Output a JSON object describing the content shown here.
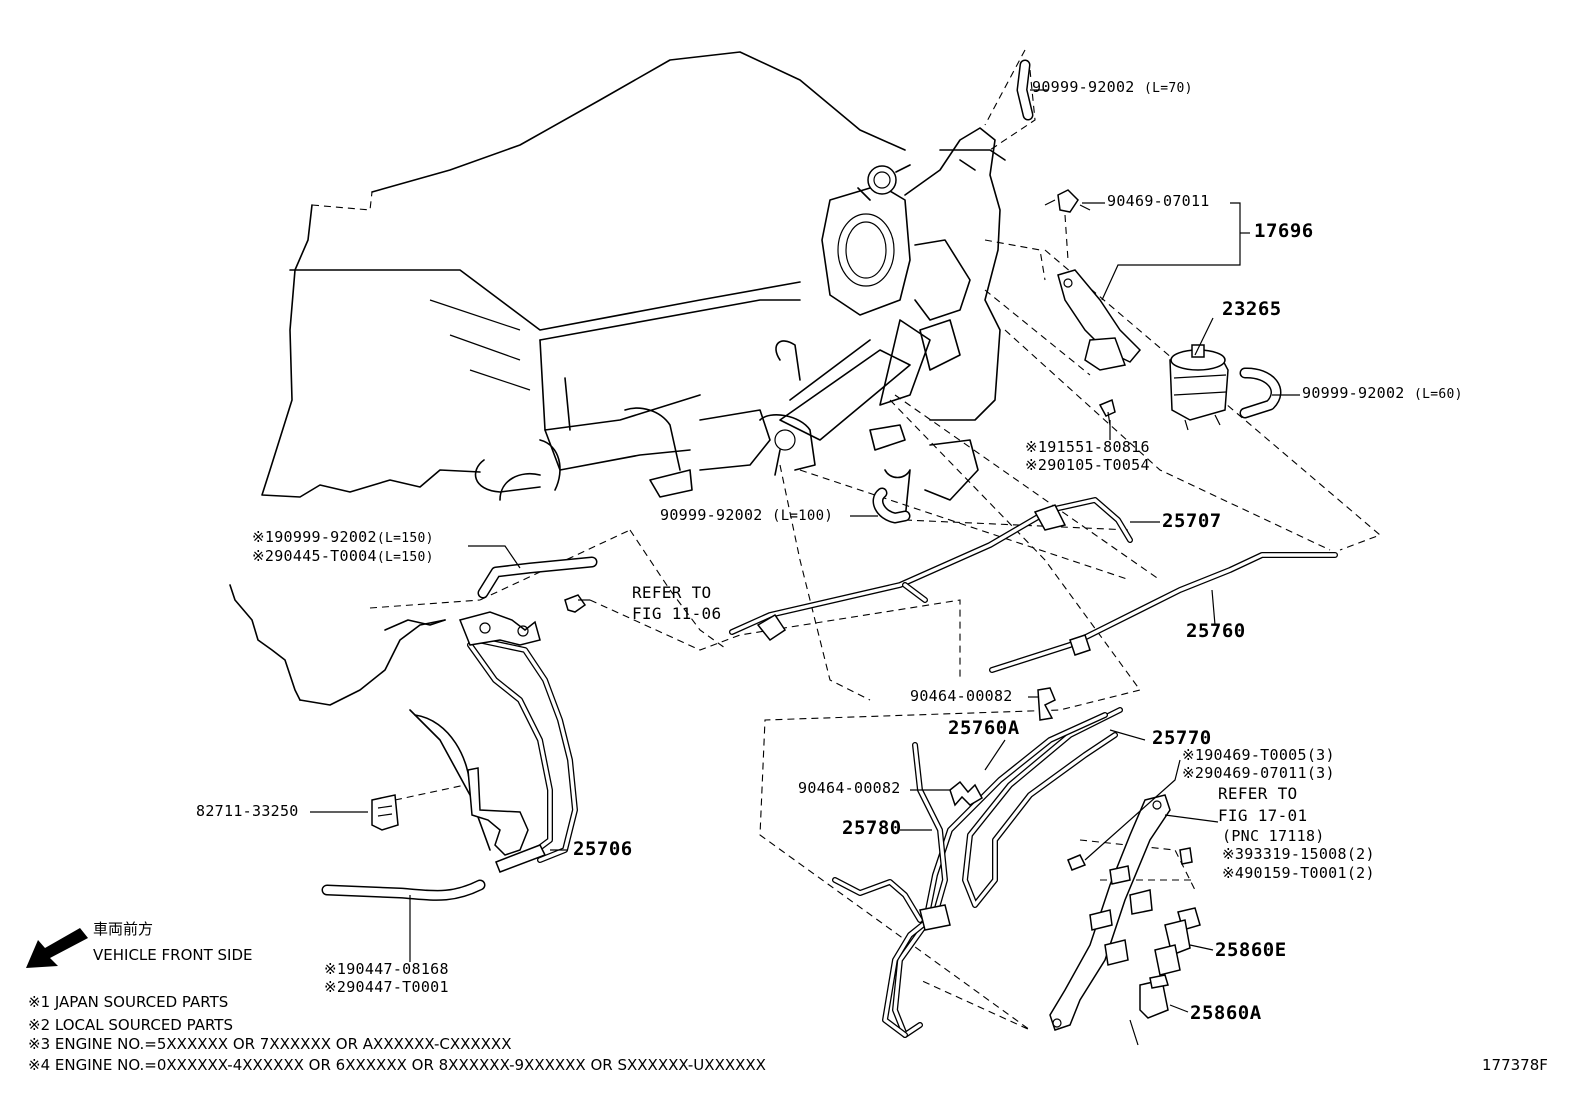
{
  "labels": {
    "hose_l70": "90999-92002",
    "hose_l70_len": "(L=70)",
    "clamp_07011": "90469-07011",
    "vsv_assy": "17696",
    "vsv": "23265",
    "hose_l60": "90999-92002",
    "hose_l60_len": "(L=60)",
    "bolt_1": "※191551-80816",
    "bolt_2": "※290105-T0054",
    "hose_l100": "90999-92002",
    "hose_l100_len": "(L=100)",
    "pipe_25707": "25707",
    "hose_l150_1": "※190999-92002",
    "hose_l150_1_len": "(L=150)",
    "hose_l150_2": "※290445-T0004",
    "hose_l150_2_len": "(L=150)",
    "refer_fig11_line1": "REFER TO",
    "refer_fig11_line2": "FIG 11-06",
    "pipe_25760": "25760",
    "clip_00082_top": "90464-00082",
    "pipe_25760a": "25760A",
    "pipe_25770": "25770",
    "clamp_t0005_1": "※190469-T0005(3)",
    "clamp_t0005_2": "※290469-07011(3)",
    "clip_00082_mid": "90464-00082",
    "refer_fig17_line1": "REFER TO",
    "refer_fig17_line2": "FIG 17-01",
    "refer_fig17_line3": "(PNC 17118)",
    "bolt_3": "※393319-15008(2)",
    "bolt_4": "※490159-T0001(2)",
    "pipe_25780": "25780",
    "clip_82711": "82711-33250",
    "pipe_25706": "25706",
    "hose_08168_1": "※190447-08168",
    "hose_08168_2": "※290447-T0001",
    "pipe_25860e": "25860E",
    "pipe_25860a": "25860A"
  },
  "direction": {
    "japanese": "車両前方",
    "english": "VEHICLE FRONT SIDE"
  },
  "notes": [
    "※1 JAPAN SOURCED PARTS",
    "※2 LOCAL SOURCED PARTS",
    "※3 ENGINE NO.=5XXXXXX OR 7XXXXXX OR AXXXXXX-CXXXXXX",
    "※4 ENGINE NO.=0XXXXXX-4XXXXXX OR 6XXXXXX OR 8XXXXXX-9XXXXXX OR SXXXXXX-UXXXXXX"
  ],
  "figure_id": "177378F"
}
